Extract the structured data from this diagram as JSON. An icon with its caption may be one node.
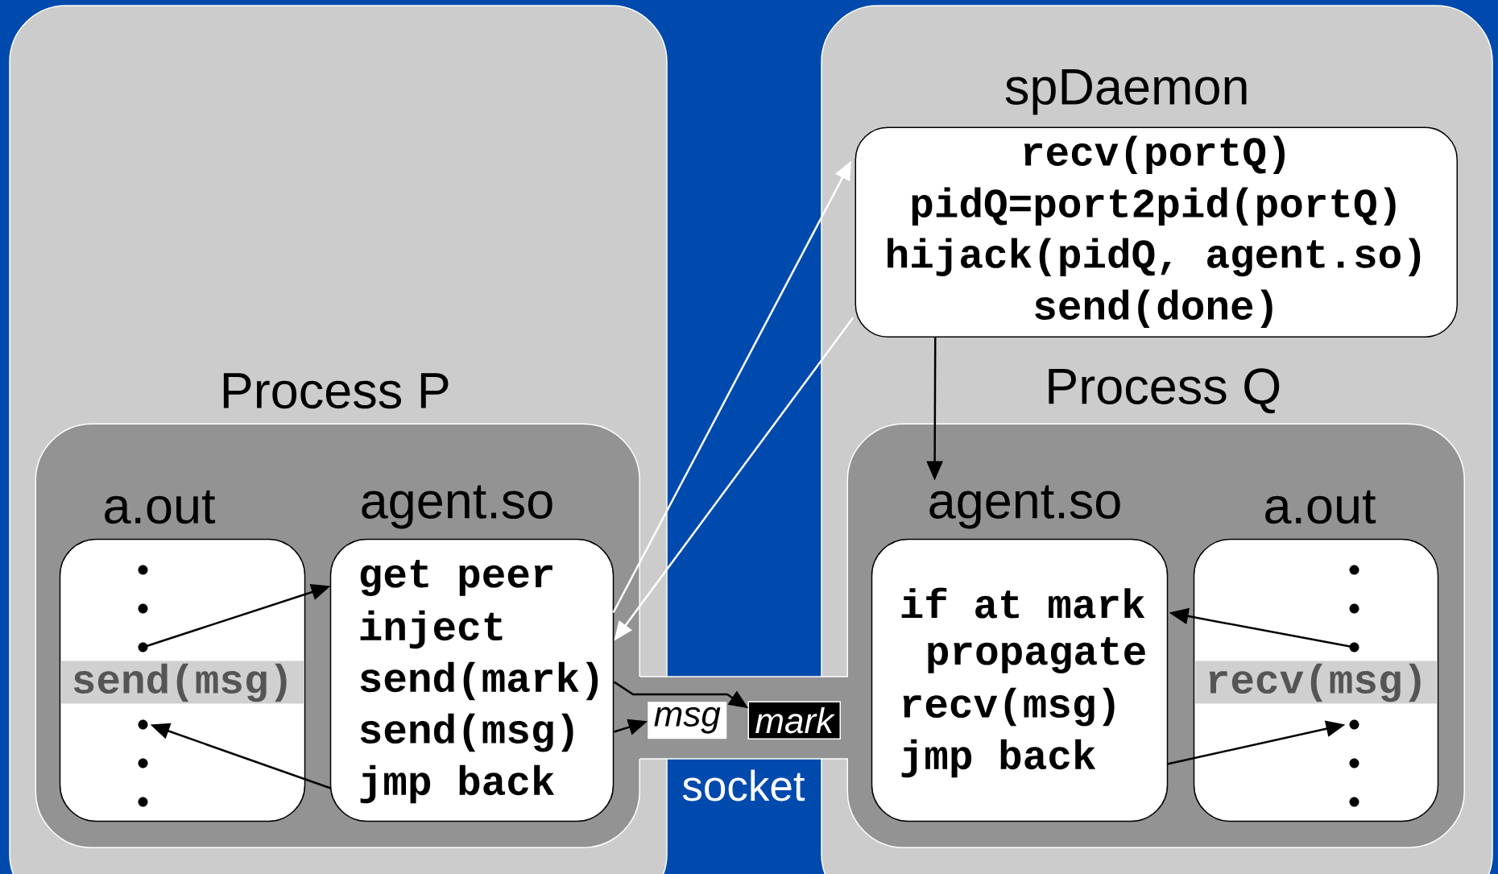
{
  "diagram": {
    "nodes": [
      {
        "text": [],
        "shape": "box"
      },
      {
        "text": [
          "Process P"
        ],
        "in": 0
      },
      {
        "text": [
          "a.out",
          "send(msg)"
        ],
        "in": 1
      },
      {
        "text": [
          "agent.so",
          "get peer",
          "inject",
          "send(mark)",
          "send(msg)",
          "jmp back"
        ],
        "in": 1
      },
      {
        "text": [],
        "shape": "box"
      },
      {
        "text": [
          "spDaemon",
          "recv(portQ)",
          "pidQ=port2pid(portQ)",
          "hijack(pidQ, agent.so)",
          "send(done)"
        ],
        "in": 4
      },
      {
        "text": [
          "Process Q"
        ],
        "in": 4
      },
      {
        "text": [
          "agent.so",
          "if at mark",
          "propagate",
          "recv(msg)",
          "jmp back"
        ],
        "in": 6
      },
      {
        "text": [
          "a.out",
          "recv(msg)"
        ],
        "in": 6
      },
      {
        "text": [
          "socket"
        ]
      },
      {
        "text": [
          "msg"
        ],
        "in": 9
      },
      {
        "text": [
          "mark"
        ],
        "in": 9
      }
    ],
    "edges": [
      {
        "from": 2,
        "to": 3,
        "arrow": "to"
      },
      {
        "from": 3,
        "to": 2,
        "arrow": "to"
      },
      {
        "from": 3,
        "to": 5,
        "arrow": "to",
        "color": "#ffffff"
      },
      {
        "from": 5,
        "to": 3,
        "arrow": "to",
        "color": "#ffffff"
      },
      {
        "from": 5,
        "to": 7,
        "arrow": "to"
      },
      {
        "from": 3,
        "to": 11,
        "arrow": "to"
      },
      {
        "from": 3,
        "to": 10,
        "arrow": "to"
      },
      {
        "from": 8,
        "to": 7,
        "arrow": "to"
      },
      {
        "from": 7,
        "to": 8,
        "arrow": "to"
      }
    ]
  }
}
